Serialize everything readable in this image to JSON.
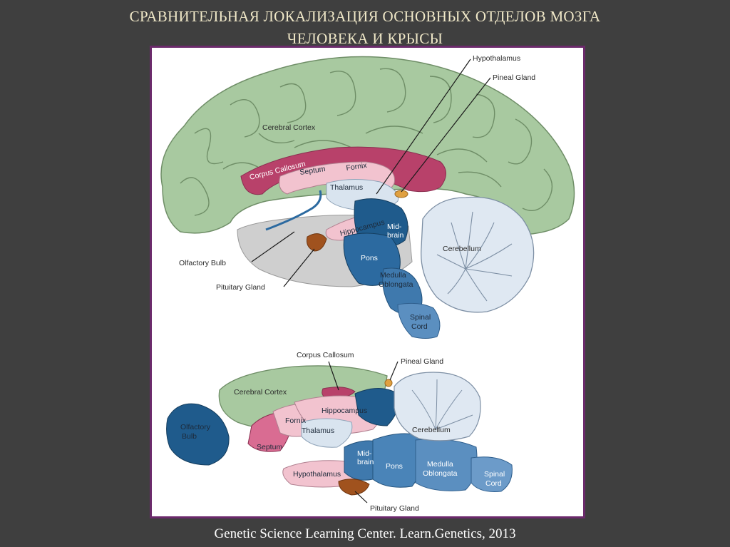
{
  "title": {
    "line1": "СРАВНИТЕЛЬНАЯ ЛОКАЛИЗАЦИЯ ОСНОВНЫХ ОТДЕЛОВ МОЗГА",
    "line2": "ЧЕЛОВЕКА И КРЫСЫ"
  },
  "human_labels": {
    "hypothalamus": "Hypothalamus",
    "pineal_gland": "Pineal Gland",
    "cerebral_cortex": "Cerebral Cortex",
    "corpus_callosum": "Corpus Callosum",
    "septum": "Septum",
    "fornix": "Fornix",
    "thalamus": "Thalamus",
    "hippocampus": "Hippocampus",
    "midbrain_1": "Mid-",
    "midbrain_2": "brain",
    "pons": "Pons",
    "medulla_1": "Medulla",
    "medulla_2": "Oblongata",
    "cerebellum": "Cerebellum",
    "spinal_1": "Spinal",
    "spinal_2": "Cord",
    "olfactory_bulb": "Olfactory Bulb",
    "pituitary_gland": "Pituitary Gland"
  },
  "rat_labels": {
    "corpus_callosum": "Corpus Callosum",
    "pineal_gland": "Pineal Gland",
    "cerebral_cortex": "Cerebral Cortex",
    "olfactory_1": "Olfactory",
    "olfactory_2": "Bulb",
    "fornix": "Fornix",
    "hippocampus": "Hippocampus",
    "thalamus": "Thalamus",
    "cerebellum": "Cerebellum",
    "septum": "Septum",
    "midbrain_1": "Mid-",
    "midbrain_2": "brain",
    "pons": "Pons",
    "medulla_1": "Medulla",
    "medulla_2": "Oblongata",
    "spinal_1": "Spinal",
    "spinal_2": "Cord",
    "hypothalamus": "Hypothalamus",
    "pituitary_gland": "Pituitary Gland"
  },
  "caption": "Genetic Science Learning Center. Learn.Genetics, 2013",
  "colors": {
    "background": "#3f3f3f",
    "title": "#f0e8c8",
    "frame_border": "#6b2a6b",
    "cortex": "#a8c9a0",
    "corpus_callosum": "#b8416a",
    "limbic_pink": "#f2c3cf",
    "thalamus": "#d9e4ef",
    "brainstem_dark": "#1f5b8c",
    "brainstem_mid": "#3f79ad",
    "cerebellum": "#dfe8f2",
    "pituitary": "#a0521e",
    "gray_base": "#cfcfcf"
  }
}
